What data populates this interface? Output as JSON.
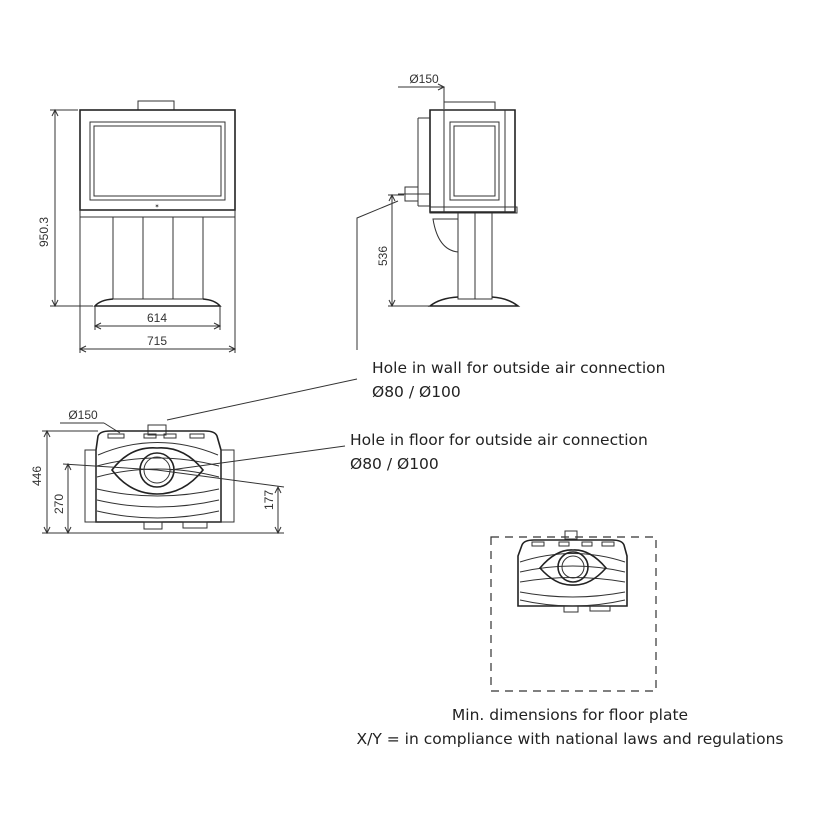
{
  "front_view": {
    "height_dim": "950.3",
    "base_width_dim": "614",
    "overall_width_dim": "715"
  },
  "side_view": {
    "flue_dim": "Ø150",
    "inlet_height_dim": "536"
  },
  "top_view": {
    "flue_dim": "Ø150",
    "depth_dim": "446",
    "flue_offset_dim": "270",
    "inlet_offset_dim": "177"
  },
  "notes": {
    "wall_hole_title": "Hole in wall for outside air connection",
    "wall_hole_sizes": "Ø80 / Ø100",
    "floor_hole_title": "Hole in floor for outside air connection",
    "floor_hole_sizes": "Ø80 / Ø100",
    "floor_plate_title": "Min. dimensions for floor plate",
    "floor_plate_note": "X/Y = in compliance with national laws and regulations"
  }
}
